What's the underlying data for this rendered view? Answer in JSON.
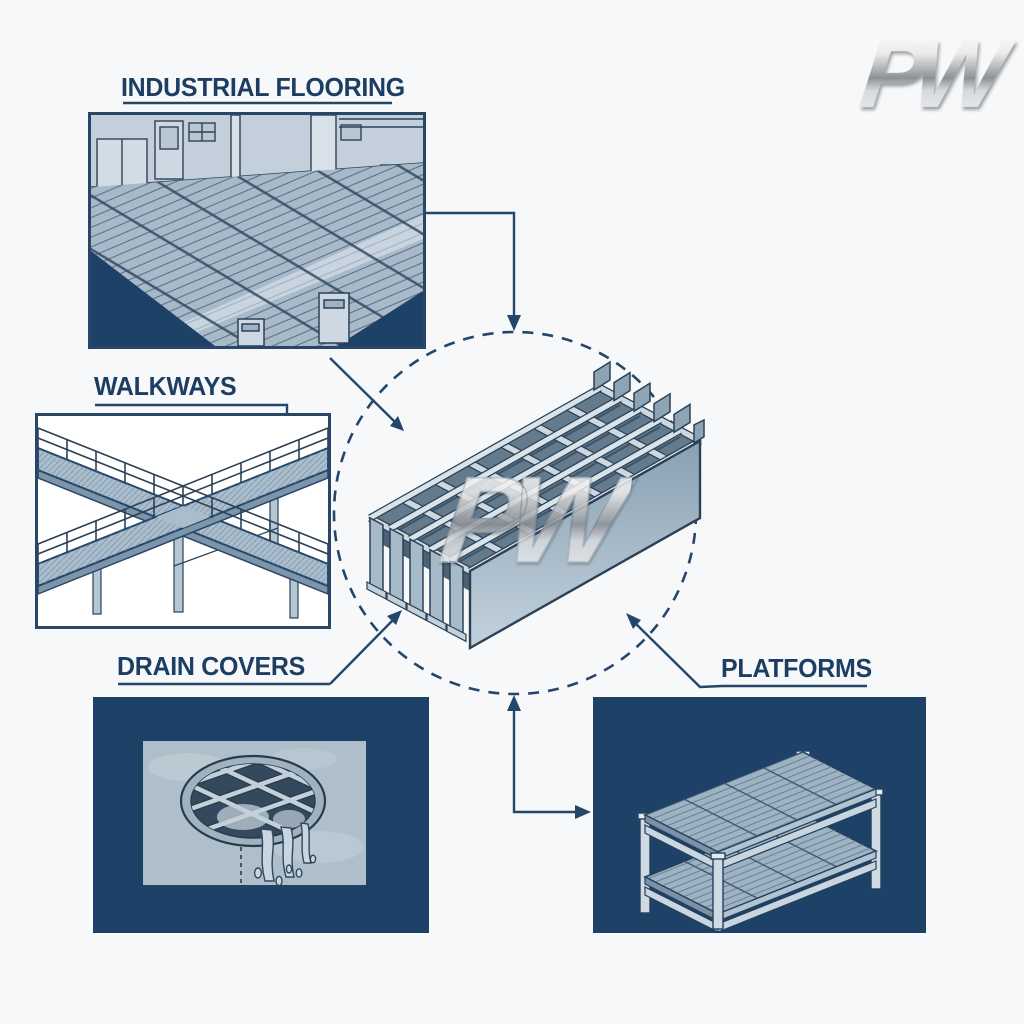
{
  "page": {
    "background_color": "#f7f8f9",
    "accent_navy": "#1d4167",
    "steel_light": "#aec2d0"
  },
  "brand": {
    "logo_text": "PW",
    "watermark_text": "PW"
  },
  "diagram": {
    "center_subject": "steel-grating-panel",
    "sections": {
      "flooring": {
        "label": "INDUSTRIAL FLOORING"
      },
      "walkways": {
        "label": "WALKWAYS"
      },
      "drains": {
        "label": "DRAIN COVERS"
      },
      "platforms": {
        "label": "PLATFORMS"
      }
    }
  }
}
